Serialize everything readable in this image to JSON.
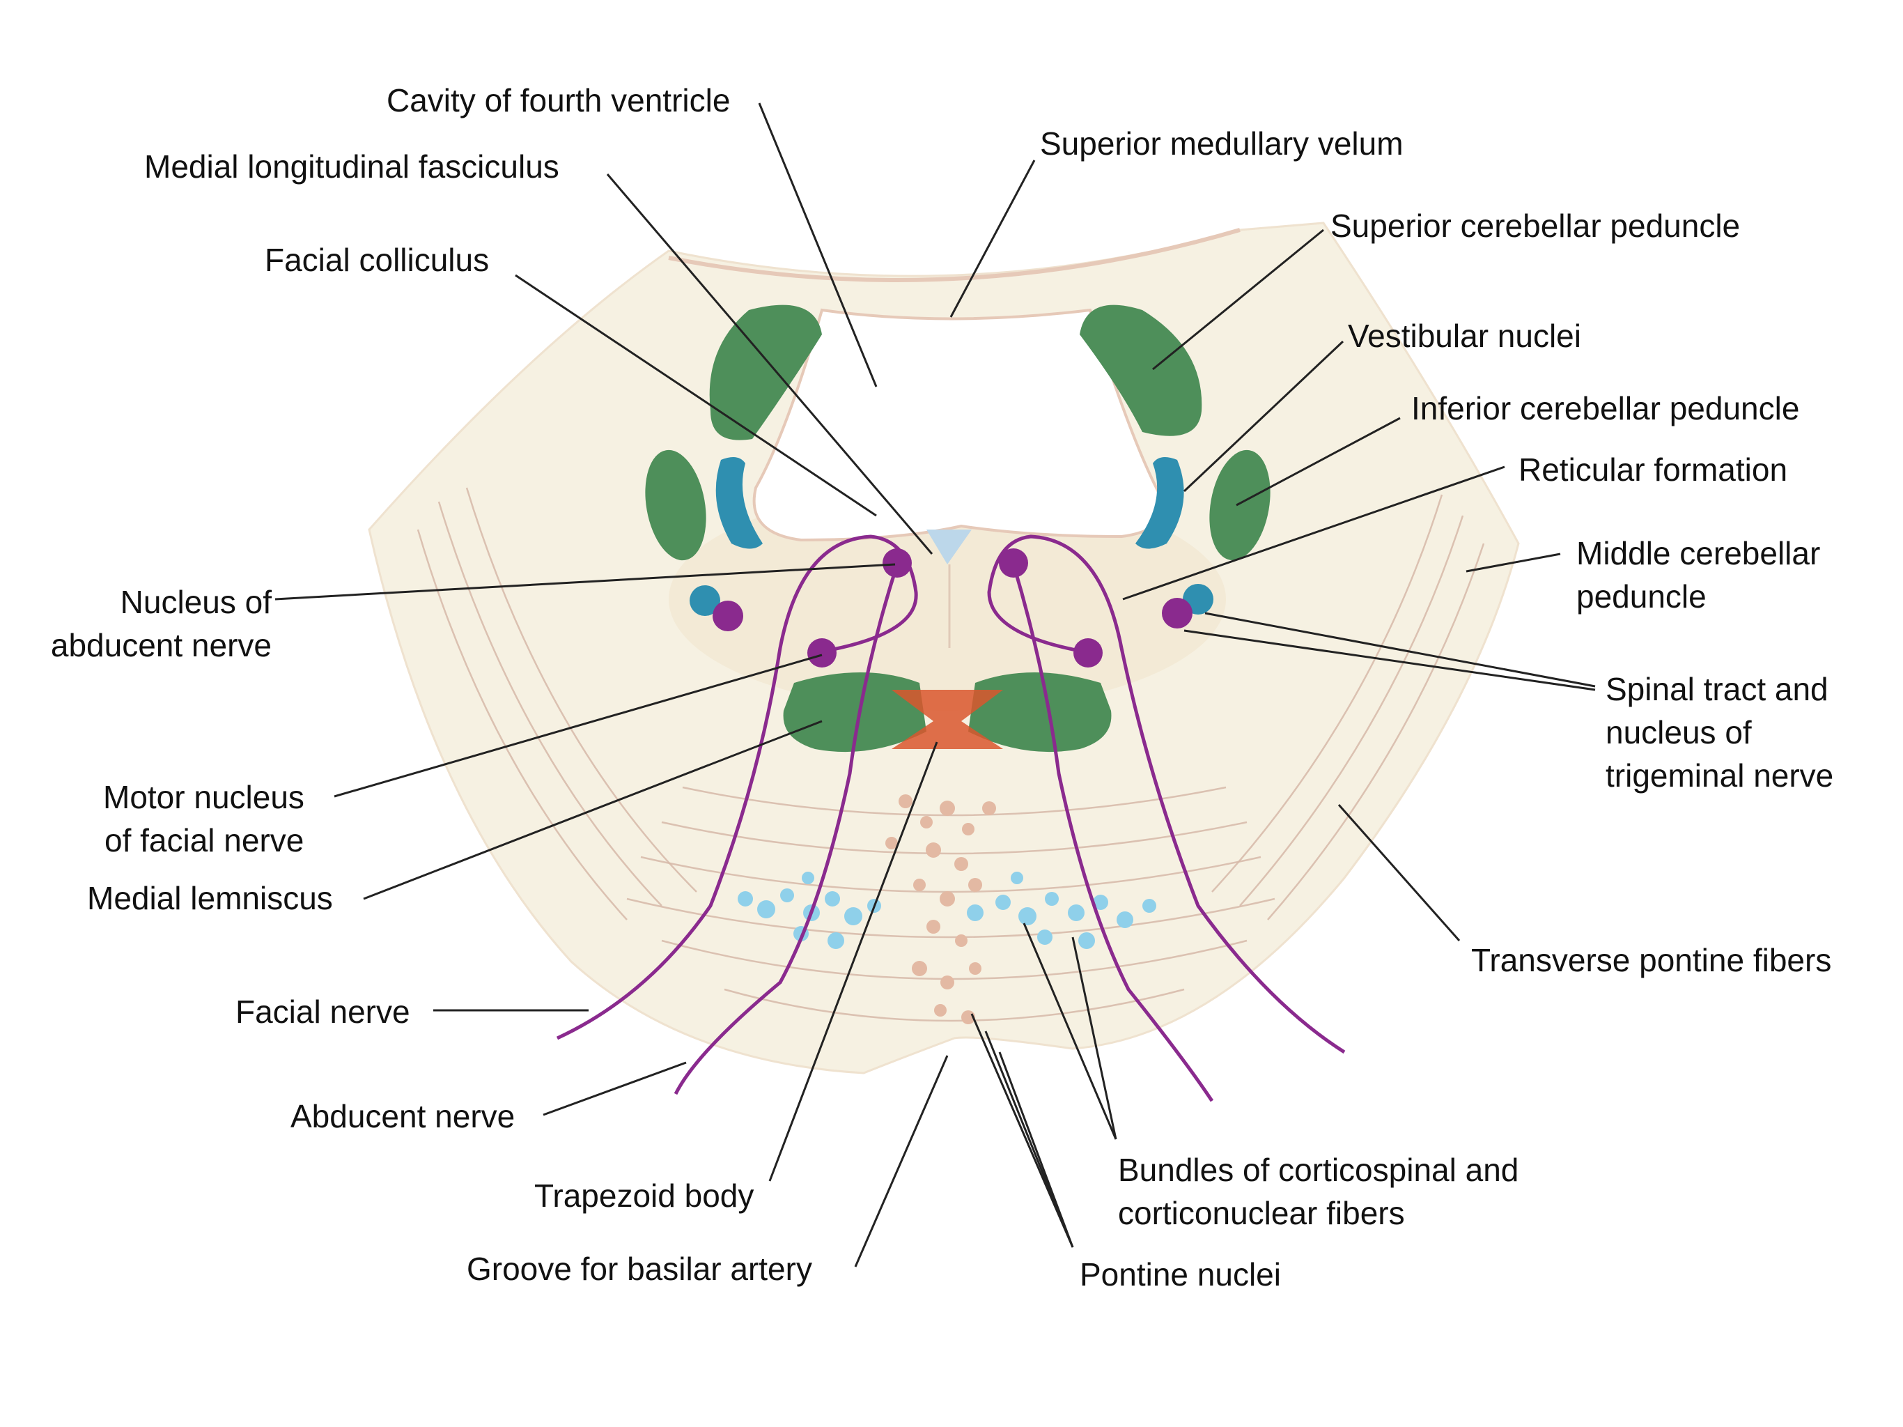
{
  "labels": {
    "cavity_fourth_ventricle": "Cavity of fourth ventricle",
    "medial_longitudinal_fasciculus": "Medial longitudinal fasciculus",
    "facial_colliculus": "Facial colliculus",
    "superior_medullary_velum": "Superior medullary velum",
    "superior_cerebellar_peduncle": "Superior cerebellar peduncle",
    "vestibular_nuclei": "Vestibular nuclei",
    "inferior_cerebellar_peduncle": "Inferior cerebellar peduncle",
    "reticular_formation": "Reticular formation",
    "middle_cerebellar_peduncle": [
      "Middle cerebellar",
      "peduncle"
    ],
    "nucleus_abducent_nerve": [
      "Nucleus of",
      "abducent nerve"
    ],
    "spinal_tract_trigeminal": [
      "Spinal tract and",
      "nucleus of",
      "trigeminal nerve"
    ],
    "motor_nucleus_facial": [
      "Motor nucleus",
      "of facial nerve"
    ],
    "medial_lemniscus": "Medial lemniscus",
    "transverse_pontine_fibers": "Transverse pontine fibers",
    "facial_nerve": "Facial nerve",
    "abducent_nerve": "Abducent nerve",
    "trapezoid_body": "Trapezoid body",
    "groove_basilar_artery": "Groove for basilar artery",
    "bundles_corticospinal": [
      "Bundles of corticospinal and",
      "corticonuclear fibers"
    ],
    "pontine_nuclei": "Pontine nuclei"
  },
  "colors": {
    "pons_fill": "#f6f1e2",
    "tegmentum_fill": "#f3e9d6",
    "nucleus_green": "#4e8f5a",
    "vestibular_blue": "#2f8fb0",
    "nerve_purple": "#8a2a8e",
    "trapezoid_red": "#d9572e",
    "pontine_nuclei_blue": "#8fd0ea",
    "corticospinal_pink": "#e3b9a3",
    "ventricle_border": "#e6c9b8"
  }
}
